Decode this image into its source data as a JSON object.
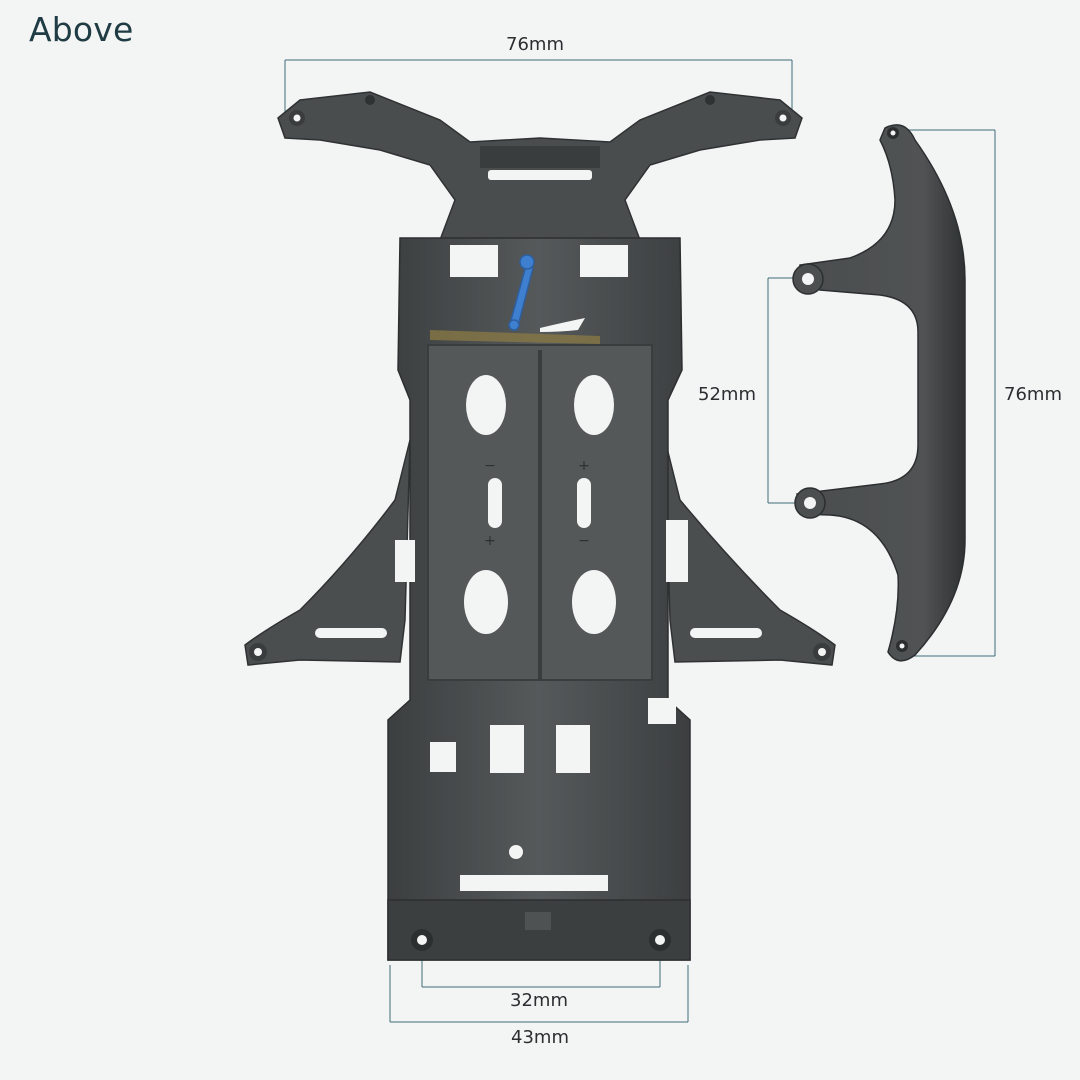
{
  "view_title": "Above",
  "dimensions": {
    "top_width": "76mm",
    "side_height": "76mm",
    "hole_spacing": "52mm",
    "rear_hole_spacing": "32mm",
    "rear_width": "43mm"
  },
  "palette": {
    "background": "#f3f4f4",
    "part": "#4d5051",
    "part_dark": "#343738",
    "part_light": "#6a6d6e",
    "accent_blue": "#3e7fd0",
    "dimension_line": "#3f6b78"
  },
  "chassis": {
    "battery_polarity_left": [
      "−",
      "+"
    ],
    "battery_polarity_right": [
      "+",
      "−"
    ]
  }
}
